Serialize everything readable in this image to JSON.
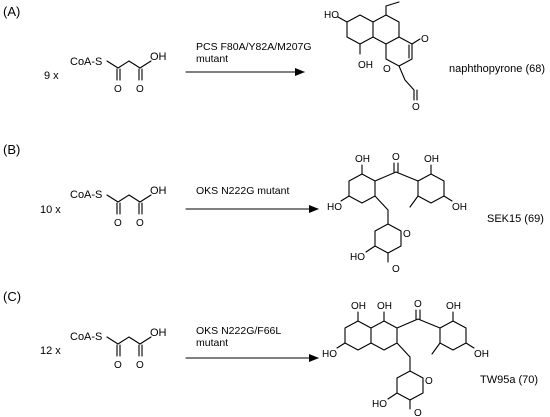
{
  "panels": [
    {
      "label": "(A)",
      "multiplier": "9 x",
      "reagent": "CoA-S",
      "oh": "OH",
      "o": "O",
      "condition_line1": "PCS F80A/Y82A/M207G",
      "condition_line2": "mutant",
      "product": "naphthopyrone (68)",
      "p_ho": "HO",
      "p_oh": "OH",
      "p_o1": "O",
      "p_o2": "O",
      "p_o3": "O"
    },
    {
      "label": "(B)",
      "multiplier": "10 x",
      "reagent": "CoA-S",
      "oh": "OH",
      "o": "O",
      "condition_line1": "OKS N222G mutant",
      "condition_line2": "",
      "product": "SEK15 (69)",
      "p_oh1": "OH",
      "p_oh2": "OH",
      "p_ho1": "HO",
      "p_oh3": "OH",
      "p_o1": "O",
      "p_ho2": "HO",
      "p_o2": "O",
      "p_o3": "O"
    },
    {
      "label": "(C)",
      "multiplier": "12 x",
      "reagent": "CoA-S",
      "oh": "OH",
      "o": "O",
      "condition_line1": "OKS N222G/F66L",
      "condition_line2": "mutant",
      "product": "TW95a (70)",
      "p_oh1": "OH",
      "p_oh2": "OH",
      "p_oh3": "OH",
      "p_ho1": "HO",
      "p_oh4": "OH",
      "p_o1": "O",
      "p_ho2": "HO",
      "p_o2": "O",
      "p_o3": "O"
    }
  ]
}
